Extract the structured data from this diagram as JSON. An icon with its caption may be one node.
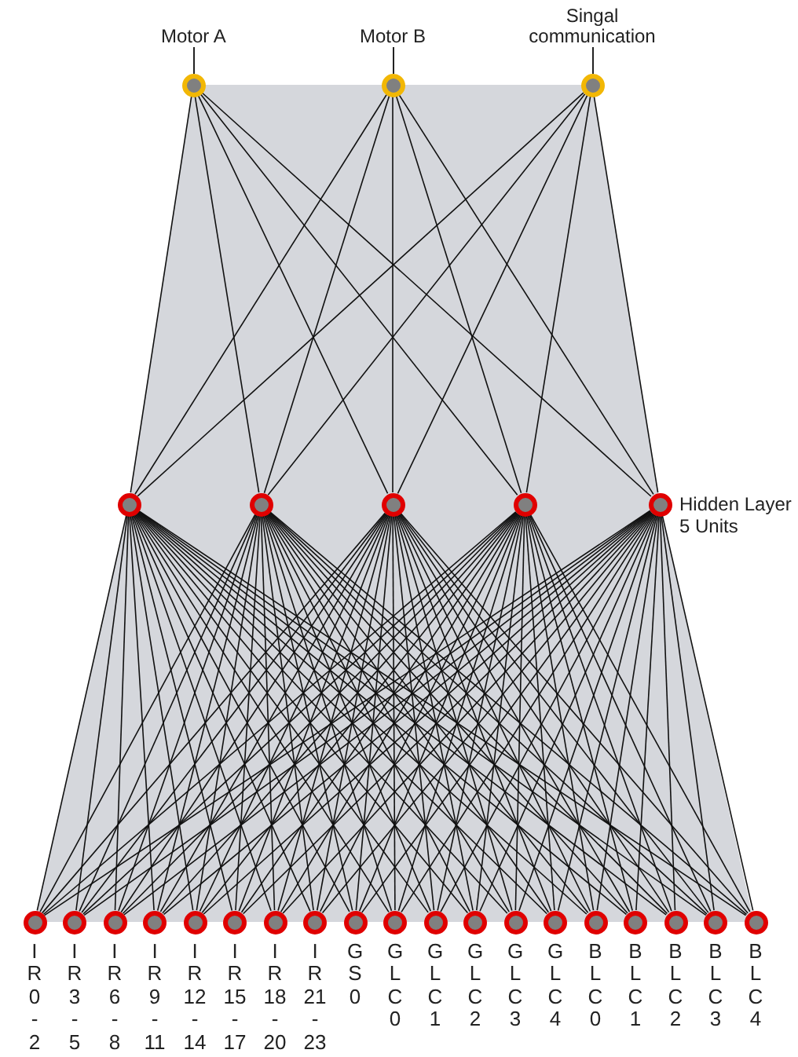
{
  "diagram": {
    "nodes": [
      {
        "text": [
          "Motor A"
        ]
      },
      {
        "text": [
          "Motor B"
        ]
      },
      {
        "text": [
          "Singal communication"
        ]
      },
      {
        "text": [],
        "shape": "circle"
      },
      {
        "text": [],
        "shape": "circle"
      },
      {
        "text": [],
        "shape": "circle"
      },
      {
        "text": [],
        "shape": "circle"
      },
      {
        "text": [],
        "shape": "circle",
        "beside": [
          "Hidden Layer 5 Units"
        ]
      },
      {
        "text": [
          "IR0-2"
        ]
      },
      {
        "text": [
          "IR3-5"
        ]
      },
      {
        "text": [
          "IR6-8"
        ]
      },
      {
        "text": [
          "IR9-11"
        ]
      },
      {
        "text": [
          "IR12-14"
        ]
      },
      {
        "text": [
          "IR15-17"
        ]
      },
      {
        "text": [
          "IR18-20"
        ]
      },
      {
        "text": [
          "IR21-23"
        ]
      },
      {
        "text": [
          "GS0"
        ]
      },
      {
        "text": [
          "GLC0"
        ]
      },
      {
        "text": [
          "GLC1"
        ]
      },
      {
        "text": [
          "GLC2"
        ]
      },
      {
        "text": [
          "GLC3"
        ]
      },
      {
        "text": [
          "GLC4"
        ]
      },
      {
        "text": [
          "BLC0"
        ]
      },
      {
        "text": [
          "BLC1"
        ]
      },
      {
        "text": [
          "BLC2"
        ]
      },
      {
        "text": [
          "BLC3"
        ]
      },
      {
        "text": [
          "BLC4"
        ]
      }
    ],
    "edges": [
      {
        "from": 0,
        "to": 3,
        "arrow": "none"
      },
      {
        "from": 0,
        "to": 4,
        "arrow": "none"
      },
      {
        "from": 0,
        "to": 5,
        "arrow": "none"
      },
      {
        "from": 0,
        "to": 6,
        "arrow": "none"
      },
      {
        "from": 0,
        "to": 7,
        "arrow": "none"
      },
      {
        "from": 1,
        "to": 3,
        "arrow": "none"
      },
      {
        "from": 1,
        "to": 4,
        "arrow": "none"
      },
      {
        "from": 1,
        "to": 5,
        "arrow": "none"
      },
      {
        "from": 1,
        "to": 6,
        "arrow": "none"
      },
      {
        "from": 1,
        "to": 7,
        "arrow": "none"
      },
      {
        "from": 2,
        "to": 3,
        "arrow": "none"
      },
      {
        "from": 2,
        "to": 4,
        "arrow": "none"
      },
      {
        "from": 2,
        "to": 5,
        "arrow": "none"
      },
      {
        "from": 2,
        "to": 6,
        "arrow": "none"
      },
      {
        "from": 2,
        "to": 7,
        "arrow": "none"
      },
      {
        "from": 3,
        "to": 8,
        "arrow": "none"
      },
      {
        "from": 3,
        "to": 9,
        "arrow": "none"
      },
      {
        "from": 3,
        "to": 10,
        "arrow": "none"
      },
      {
        "from": 3,
        "to": 11,
        "arrow": "none"
      },
      {
        "from": 3,
        "to": 12,
        "arrow": "none"
      },
      {
        "from": 3,
        "to": 13,
        "arrow": "none"
      },
      {
        "from": 3,
        "to": 14,
        "arrow": "none"
      },
      {
        "from": 3,
        "to": 15,
        "arrow": "none"
      },
      {
        "from": 3,
        "to": 16,
        "arrow": "none"
      },
      {
        "from": 3,
        "to": 17,
        "arrow": "none"
      },
      {
        "from": 3,
        "to": 18,
        "arrow": "none"
      },
      {
        "from": 3,
        "to": 19,
        "arrow": "none"
      },
      {
        "from": 3,
        "to": 20,
        "arrow": "none"
      },
      {
        "from": 3,
        "to": 21,
        "arrow": "none"
      },
      {
        "from": 3,
        "to": 22,
        "arrow": "none"
      },
      {
        "from": 3,
        "to": 23,
        "arrow": "none"
      },
      {
        "from": 3,
        "to": 24,
        "arrow": "none"
      },
      {
        "from": 3,
        "to": 25,
        "arrow": "none"
      },
      {
        "from": 3,
        "to": 26,
        "arrow": "none"
      },
      {
        "from": 4,
        "to": 8,
        "arrow": "none"
      },
      {
        "from": 4,
        "to": 9,
        "arrow": "none"
      },
      {
        "from": 4,
        "to": 10,
        "arrow": "none"
      },
      {
        "from": 4,
        "to": 11,
        "arrow": "none"
      },
      {
        "from": 4,
        "to": 12,
        "arrow": "none"
      },
      {
        "from": 4,
        "to": 13,
        "arrow": "none"
      },
      {
        "from": 4,
        "to": 14,
        "arrow": "none"
      },
      {
        "from": 4,
        "to": 15,
        "arrow": "none"
      },
      {
        "from": 4,
        "to": 16,
        "arrow": "none"
      },
      {
        "from": 4,
        "to": 17,
        "arrow": "none"
      },
      {
        "from": 4,
        "to": 18,
        "arrow": "none"
      },
      {
        "from": 4,
        "to": 19,
        "arrow": "none"
      },
      {
        "from": 4,
        "to": 20,
        "arrow": "none"
      },
      {
        "from": 4,
        "to": 21,
        "arrow": "none"
      },
      {
        "from": 4,
        "to": 22,
        "arrow": "none"
      },
      {
        "from": 4,
        "to": 23,
        "arrow": "none"
      },
      {
        "from": 4,
        "to": 24,
        "arrow": "none"
      },
      {
        "from": 4,
        "to": 25,
        "arrow": "none"
      },
      {
        "from": 4,
        "to": 26,
        "arrow": "none"
      },
      {
        "from": 5,
        "to": 8,
        "arrow": "none"
      },
      {
        "from": 5,
        "to": 9,
        "arrow": "none"
      },
      {
        "from": 5,
        "to": 10,
        "arrow": "none"
      },
      {
        "from": 5,
        "to": 11,
        "arrow": "none"
      },
      {
        "from": 5,
        "to": 12,
        "arrow": "none"
      },
      {
        "from": 5,
        "to": 13,
        "arrow": "none"
      },
      {
        "from": 5,
        "to": 14,
        "arrow": "none"
      },
      {
        "from": 5,
        "to": 15,
        "arrow": "none"
      },
      {
        "from": 5,
        "to": 16,
        "arrow": "none"
      },
      {
        "from": 5,
        "to": 17,
        "arrow": "none"
      },
      {
        "from": 5,
        "to": 18,
        "arrow": "none"
      },
      {
        "from": 5,
        "to": 19,
        "arrow": "none"
      },
      {
        "from": 5,
        "to": 20,
        "arrow": "none"
      },
      {
        "from": 5,
        "to": 21,
        "arrow": "none"
      },
      {
        "from": 5,
        "to": 22,
        "arrow": "none"
      },
      {
        "from": 5,
        "to": 23,
        "arrow": "none"
      },
      {
        "from": 5,
        "to": 24,
        "arrow": "none"
      },
      {
        "from": 5,
        "to": 25,
        "arrow": "none"
      },
      {
        "from": 5,
        "to": 26,
        "arrow": "none"
      },
      {
        "from": 6,
        "to": 8,
        "arrow": "none"
      },
      {
        "from": 6,
        "to": 9,
        "arrow": "none"
      },
      {
        "from": 6,
        "to": 10,
        "arrow": "none"
      },
      {
        "from": 6,
        "to": 11,
        "arrow": "none"
      },
      {
        "from": 6,
        "to": 12,
        "arrow": "none"
      },
      {
        "from": 6,
        "to": 13,
        "arrow": "none"
      },
      {
        "from": 6,
        "to": 14,
        "arrow": "none"
      },
      {
        "from": 6,
        "to": 15,
        "arrow": "none"
      },
      {
        "from": 6,
        "to": 16,
        "arrow": "none"
      },
      {
        "from": 6,
        "to": 17,
        "arrow": "none"
      },
      {
        "from": 6,
        "to": 18,
        "arrow": "none"
      },
      {
        "from": 6,
        "to": 19,
        "arrow": "none"
      },
      {
        "from": 6,
        "to": 20,
        "arrow": "none"
      },
      {
        "from": 6,
        "to": 21,
        "arrow": "none"
      },
      {
        "from": 6,
        "to": 22,
        "arrow": "none"
      },
      {
        "from": 6,
        "to": 23,
        "arrow": "none"
      },
      {
        "from": 6,
        "to": 24,
        "arrow": "none"
      },
      {
        "from": 6,
        "to": 25,
        "arrow": "none"
      },
      {
        "from": 6,
        "to": 26,
        "arrow": "none"
      },
      {
        "from": 7,
        "to": 8,
        "arrow": "none"
      },
      {
        "from": 7,
        "to": 9,
        "arrow": "none"
      },
      {
        "from": 7,
        "to": 10,
        "arrow": "none"
      },
      {
        "from": 7,
        "to": 11,
        "arrow": "none"
      },
      {
        "from": 7,
        "to": 12,
        "arrow": "none"
      },
      {
        "from": 7,
        "to": 13,
        "arrow": "none"
      },
      {
        "from": 7,
        "to": 14,
        "arrow": "none"
      },
      {
        "from": 7,
        "to": 15,
        "arrow": "none"
      },
      {
        "from": 7,
        "to": 16,
        "arrow": "none"
      },
      {
        "from": 7,
        "to": 17,
        "arrow": "none"
      },
      {
        "from": 7,
        "to": 18,
        "arrow": "none"
      },
      {
        "from": 7,
        "to": 19,
        "arrow": "none"
      },
      {
        "from": 7,
        "to": 20,
        "arrow": "none"
      },
      {
        "from": 7,
        "to": 21,
        "arrow": "none"
      },
      {
        "from": 7,
        "to": 22,
        "arrow": "none"
      },
      {
        "from": 7,
        "to": 23,
        "arrow": "none"
      },
      {
        "from": 7,
        "to": 24,
        "arrow": "none"
      },
      {
        "from": 7,
        "to": 25,
        "arrow": "none"
      },
      {
        "from": 7,
        "to": 26,
        "arrow": "none"
      }
    ]
  }
}
